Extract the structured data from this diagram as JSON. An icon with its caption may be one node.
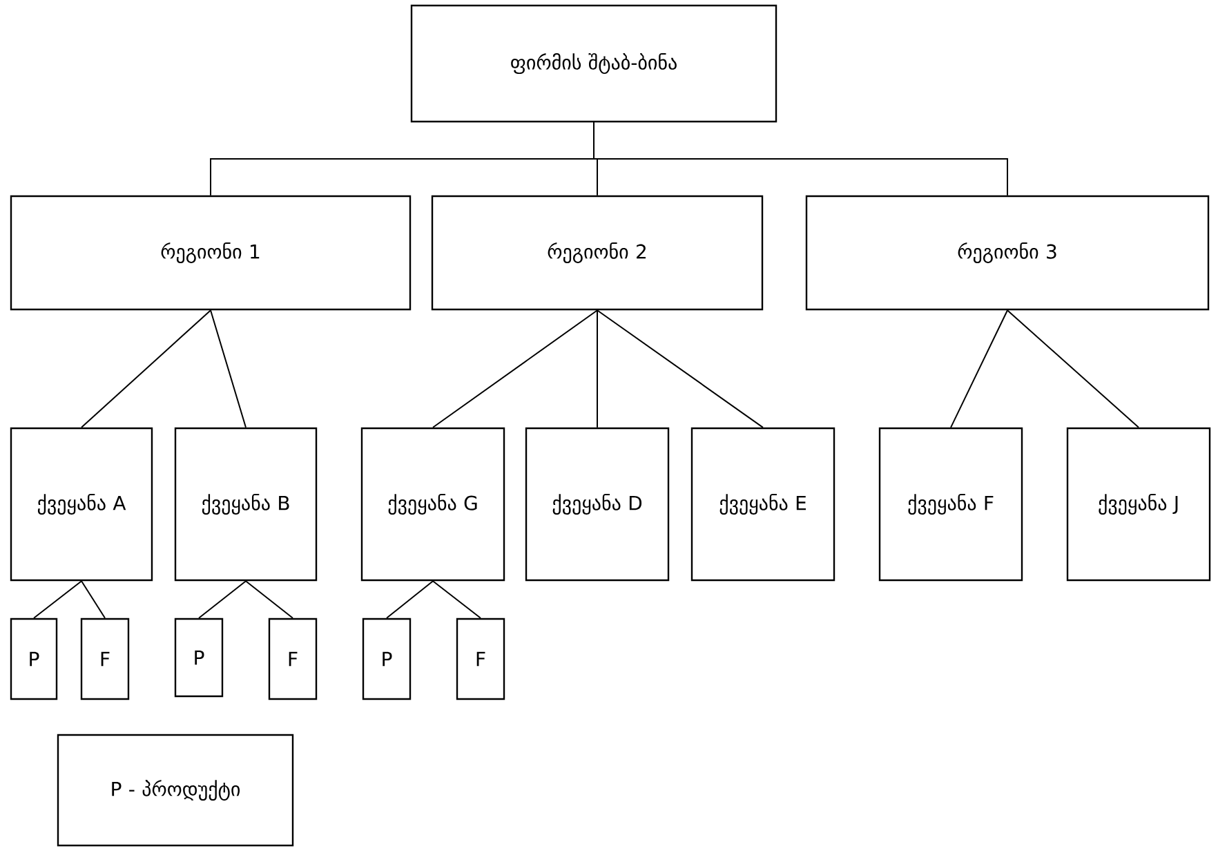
{
  "diagram": {
    "nodes": [
      {
        "text": [
          "ფირმის შტაბ-ბინა"
        ]
      },
      {
        "text": [
          "რეგიონი 1"
        ]
      },
      {
        "text": [
          "რეგიონი 2"
        ]
      },
      {
        "text": [
          "რეგიონი 3"
        ]
      },
      {
        "text": [
          "ქვეყანა A"
        ]
      },
      {
        "text": [
          "ქვეყანა B"
        ]
      },
      {
        "text": [
          "ქვეყანა G"
        ]
      },
      {
        "text": [
          "ქვეყანა D"
        ]
      },
      {
        "text": [
          "ქვეყანა E"
        ]
      },
      {
        "text": [
          "ქვეყანა F"
        ]
      },
      {
        "text": [
          "ქვეყანა J"
        ]
      },
      {
        "text": [
          "P"
        ]
      },
      {
        "text": [
          "F"
        ]
      },
      {
        "text": [
          "P"
        ]
      },
      {
        "text": [
          "F"
        ]
      },
      {
        "text": [
          "P"
        ]
      },
      {
        "text": [
          "F"
        ]
      },
      {
        "text": [
          "P - პროდუქტი"
        ]
      }
    ],
    "edges": [
      {
        "from": 0,
        "to": 1,
        "arrow": "none"
      },
      {
        "from": 0,
        "to": 2,
        "arrow": "none"
      },
      {
        "from": 0,
        "to": 3,
        "arrow": "none"
      },
      {
        "from": 1,
        "to": 4,
        "arrow": "none"
      },
      {
        "from": 1,
        "to": 5,
        "arrow": "none"
      },
      {
        "from": 2,
        "to": 6,
        "arrow": "none"
      },
      {
        "from": 2,
        "to": 7,
        "arrow": "none"
      },
      {
        "from": 2,
        "to": 8,
        "arrow": "none"
      },
      {
        "from": 3,
        "to": 9,
        "arrow": "none"
      },
      {
        "from": 3,
        "to": 10,
        "arrow": "none"
      },
      {
        "from": 4,
        "to": 11,
        "arrow": "none"
      },
      {
        "from": 4,
        "to": 12,
        "arrow": "none"
      },
      {
        "from": 5,
        "to": 13,
        "arrow": "none"
      },
      {
        "from": 5,
        "to": 14,
        "arrow": "none"
      },
      {
        "from": 6,
        "to": 15,
        "arrow": "none"
      },
      {
        "from": 6,
        "to": 16,
        "arrow": "none"
      }
    ]
  }
}
